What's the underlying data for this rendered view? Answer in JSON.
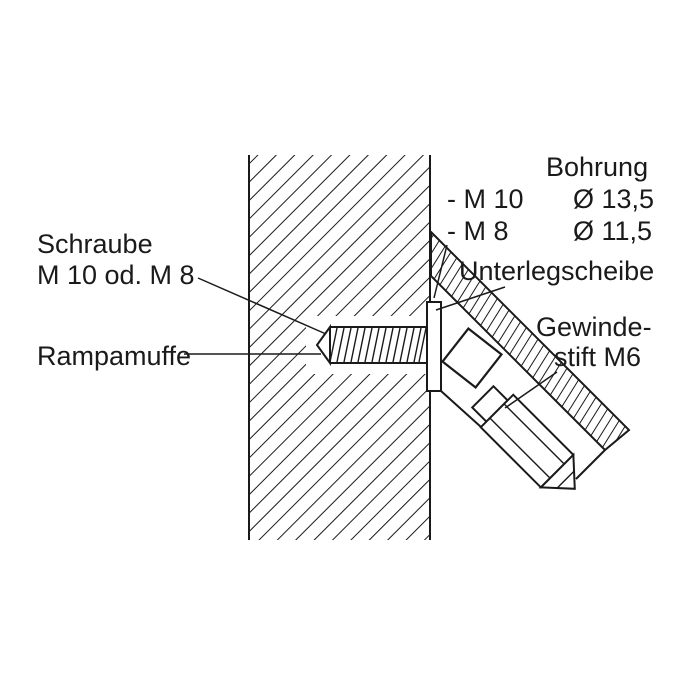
{
  "diagram": {
    "type": "technical-drawing",
    "bore_table": {
      "heading": "Bohrung",
      "rows": [
        {
          "thread": "- M 10",
          "diameter": "Ø 13,5"
        },
        {
          "thread": "- M 8",
          "diameter": "Ø 11,5"
        }
      ]
    },
    "callouts": {
      "screw_line1": "Schraube",
      "screw_line2": "M 10 od. M 8",
      "washer": "Unterlegscheibe",
      "insert": "Rampamuffe",
      "set_screw_line1": "Gewinde-",
      "set_screw_line2": "stift M6"
    },
    "colors": {
      "line": "#1a1a1a",
      "background": "#ffffff"
    }
  }
}
